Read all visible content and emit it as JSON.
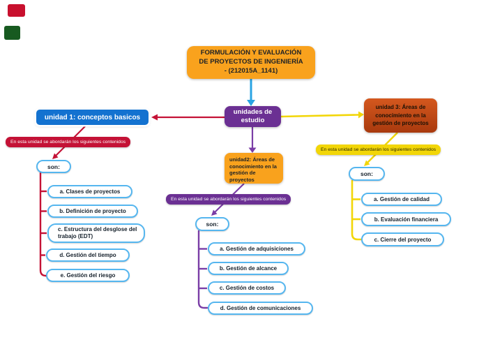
{
  "colors": {
    "background": "#ffffff",
    "orange_node": "#F9A21D",
    "blue_node": "#1372D0",
    "purple_node": "#6B3093",
    "rust_node_top": "#D4581E",
    "rust_node_bottom": "#A93A0E",
    "crimson_accent": "#C41236",
    "purple_accent": "#7A3DA6",
    "yellow_accent": "#F2D608",
    "sky_blue_accent": "#29A3E3",
    "pill_border": "#55B6EF",
    "red_fragment": "#C8102E",
    "green_fragment": "#175A20"
  },
  "map": {
    "title_lines": [
      "FORMULACIÓN Y EVALUACIÓN",
      "DE PROYECTOS DE INGENIERÍA",
      "- (212015A_1141)"
    ],
    "root_label": "unidades de estudio"
  },
  "branches": [
    {
      "unit_label": "unidad 1: conceptos basicos",
      "banner_label": "En esta unidad se abordarán los siguientes contenidos",
      "son_label": "son:",
      "items": [
        "a. Clases de proyectos",
        "b. Definición de proyecto",
        "c. Estructura del desglose del trabajo (EDT)",
        "d. Gestión del tiempo",
        "e. Gestión del riesgo"
      ]
    },
    {
      "unit_label": "unidad2: Áreas de conocimiento en la gestión de proyectos",
      "banner_label": "En esta unidad se abordarán los siguientes contenidos",
      "son_label": "son:",
      "items": [
        "a. Gestión de adquisiciones",
        "b. Gestión de alcance",
        "c. Gestión de costos",
        "d. Gestión de comunicaciones"
      ]
    },
    {
      "unit_label": "unidad 3:  Áreas de conocimiento en la gestión de proyectos",
      "banner_label": "En esta unidad se abordarán los siguientes contenidos",
      "son_label": "son:",
      "items": [
        "a. Gestión de calidad",
        "b. Evaluación financiera",
        "c. Cierre del proyecto"
      ]
    }
  ]
}
